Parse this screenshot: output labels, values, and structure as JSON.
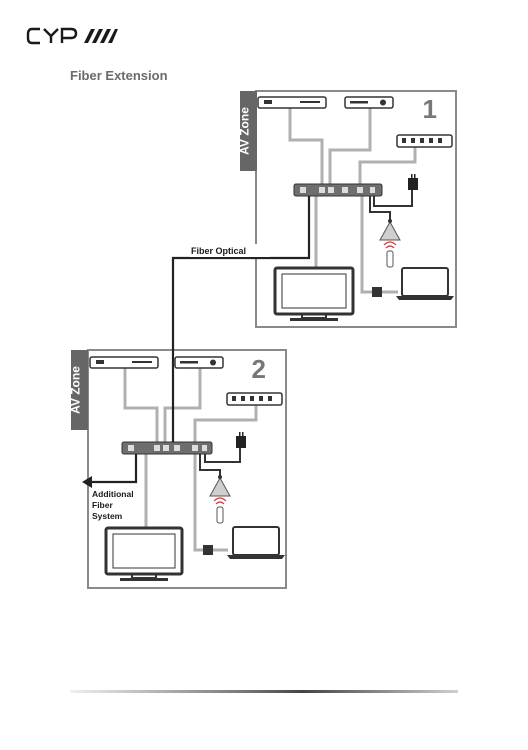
{
  "brand": {
    "logo_text": "CYP"
  },
  "page": {
    "section_title": "Fiber Extension"
  },
  "zones": [
    {
      "label": "AV Zone",
      "number": "1"
    },
    {
      "label": "AV Zone",
      "number": "2"
    }
  ],
  "connections": {
    "fiber_label": "Fiber Optical"
  },
  "notes": {
    "additional_fiber": [
      "Additional",
      "Fiber",
      "System"
    ]
  },
  "colors": {
    "frame": "#8a8a8a",
    "tab": "#666666",
    "cable": "#b0b0b0",
    "fiber": "#222222",
    "ir_receiver": "#e03030"
  }
}
